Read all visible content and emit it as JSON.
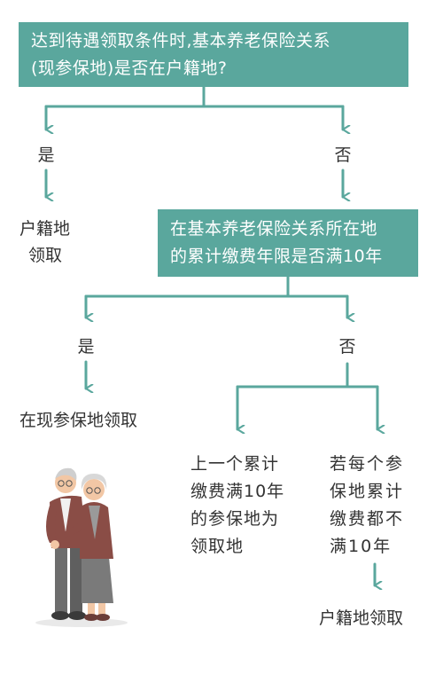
{
  "colors": {
    "box_fill": "#5aa79d",
    "arrow": "#5aa79d",
    "text": "#333333"
  },
  "question1": {
    "lines": [
      "达到待遇领取条件时,基本养老保险关系",
      "(现参保地)是否在户籍地?"
    ]
  },
  "branch1": {
    "yes": "是",
    "no": "否"
  },
  "outcome1": {
    "lines": [
      "户籍地",
      "领取"
    ]
  },
  "question2": {
    "lines": [
      "在基本养老保险关系所在地",
      "的累计缴费年限是否满10年"
    ]
  },
  "branch2": {
    "yes": "是",
    "no": "否"
  },
  "outcome2": {
    "text": "在现参保地领取"
  },
  "outcome3": {
    "lines": [
      "上一个累计",
      "缴费满10年",
      "的参保地为",
      "领取地"
    ]
  },
  "outcome4": {
    "lines": [
      "若每个参",
      "保地累计",
      "缴费都不",
      "满10年"
    ]
  },
  "outcome5": {
    "text": "户籍地领取"
  },
  "illustration": {
    "name": "elderly-couple-illustration"
  }
}
